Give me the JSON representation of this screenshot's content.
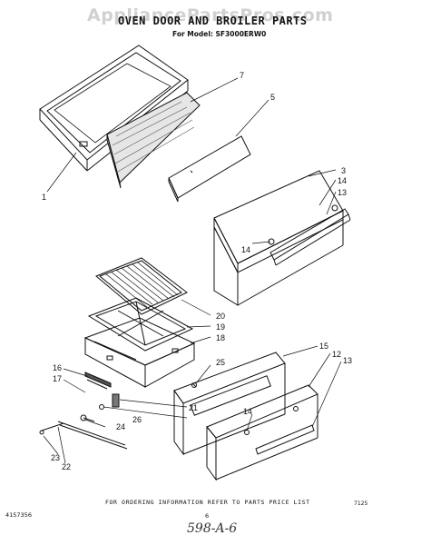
{
  "header": {
    "watermark": "AppliancePartsPros.com",
    "title": "OVEN DOOR AND BROILER PARTS",
    "model_line": "For Model: SF3000ERW0"
  },
  "callouts": [
    "1",
    "7",
    "5",
    "3",
    "14",
    "13",
    "14",
    "20",
    "19",
    "18",
    "25",
    "16",
    "17",
    "21",
    "26",
    "24",
    "15",
    "12",
    "13",
    "14",
    "23",
    "22"
  ],
  "diagram_code": "7125",
  "footer": {
    "note": "FOR ORDERING INFORMATION REFER TO PARTS PRICE LIST",
    "doc_number": "4157356",
    "page_number": "6",
    "handwritten": "598-A-6"
  }
}
